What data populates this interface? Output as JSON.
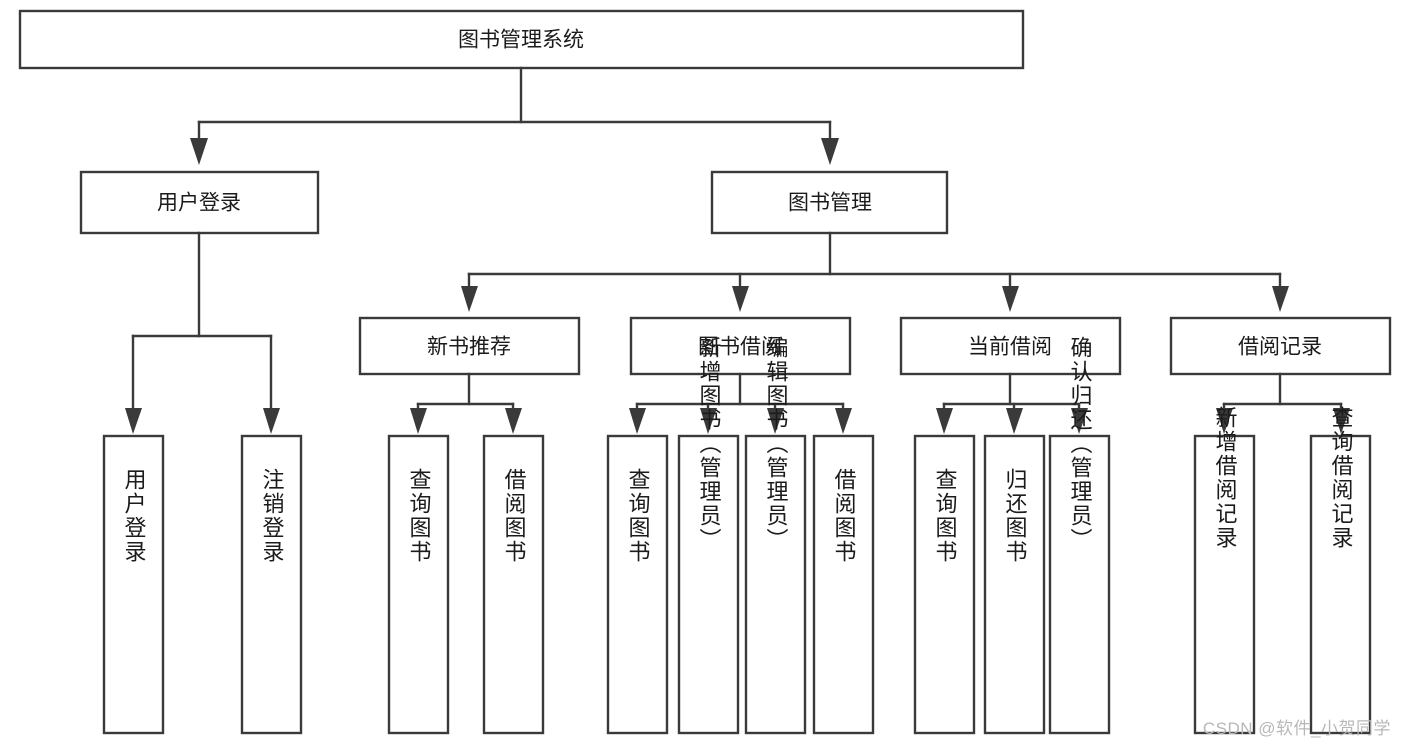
{
  "diagram": {
    "type": "tree",
    "title_node": {
      "label": "图书管理系统"
    },
    "level2": [
      {
        "id": "user-login",
        "label": "用户登录"
      },
      {
        "id": "book-management",
        "label": "图书管理"
      }
    ],
    "level3": [
      {
        "id": "new-book-recommend",
        "label": "新书推荐",
        "parent": "book-management"
      },
      {
        "id": "book-borrow",
        "label": "图书借阅",
        "parent": "book-management"
      },
      {
        "id": "current-borrow",
        "label": "当前借阅",
        "parent": "book-management"
      },
      {
        "id": "borrow-record",
        "label": "借阅记录",
        "parent": "book-management"
      }
    ],
    "leaves": [
      {
        "id": "leaf-user-login",
        "label": "用户登录",
        "parent": "user-login"
      },
      {
        "id": "leaf-logout-login",
        "label": "注销登录",
        "parent": "user-login"
      },
      {
        "id": "leaf-query-book-1",
        "label": "查询图书",
        "parent": "new-book-recommend"
      },
      {
        "id": "leaf-borrow-book-1",
        "label": "借阅图书",
        "parent": "new-book-recommend"
      },
      {
        "id": "leaf-query-book-2",
        "label": "查询图书",
        "parent": "book-borrow"
      },
      {
        "id": "leaf-add-book",
        "label": "新增图书（管理员）",
        "parent": "book-borrow"
      },
      {
        "id": "leaf-edit-book",
        "label": "编辑图书（管理员）",
        "parent": "book-borrow"
      },
      {
        "id": "leaf-borrow-book-2",
        "label": "借阅图书",
        "parent": "book-borrow"
      },
      {
        "id": "leaf-query-book-3",
        "label": "查询图书",
        "parent": "current-borrow"
      },
      {
        "id": "leaf-return-book",
        "label": "归还图书",
        "parent": "current-borrow"
      },
      {
        "id": "leaf-confirm-return",
        "label": "确认归还（管理员）",
        "parent": "current-borrow"
      },
      {
        "id": "leaf-add-record",
        "label": "新增借阅记录",
        "parent": "borrow-record"
      },
      {
        "id": "leaf-query-record",
        "label": "查询借阅记录",
        "parent": "borrow-record"
      }
    ],
    "colors": {
      "box_stroke": "#3a3a3a",
      "box_fill": "#ffffff",
      "text": "#1b1b1b",
      "watermark": "#b8b8b8",
      "background": "#ffffff"
    }
  },
  "watermark": {
    "text": "CSDN @软件_小贺同学"
  }
}
